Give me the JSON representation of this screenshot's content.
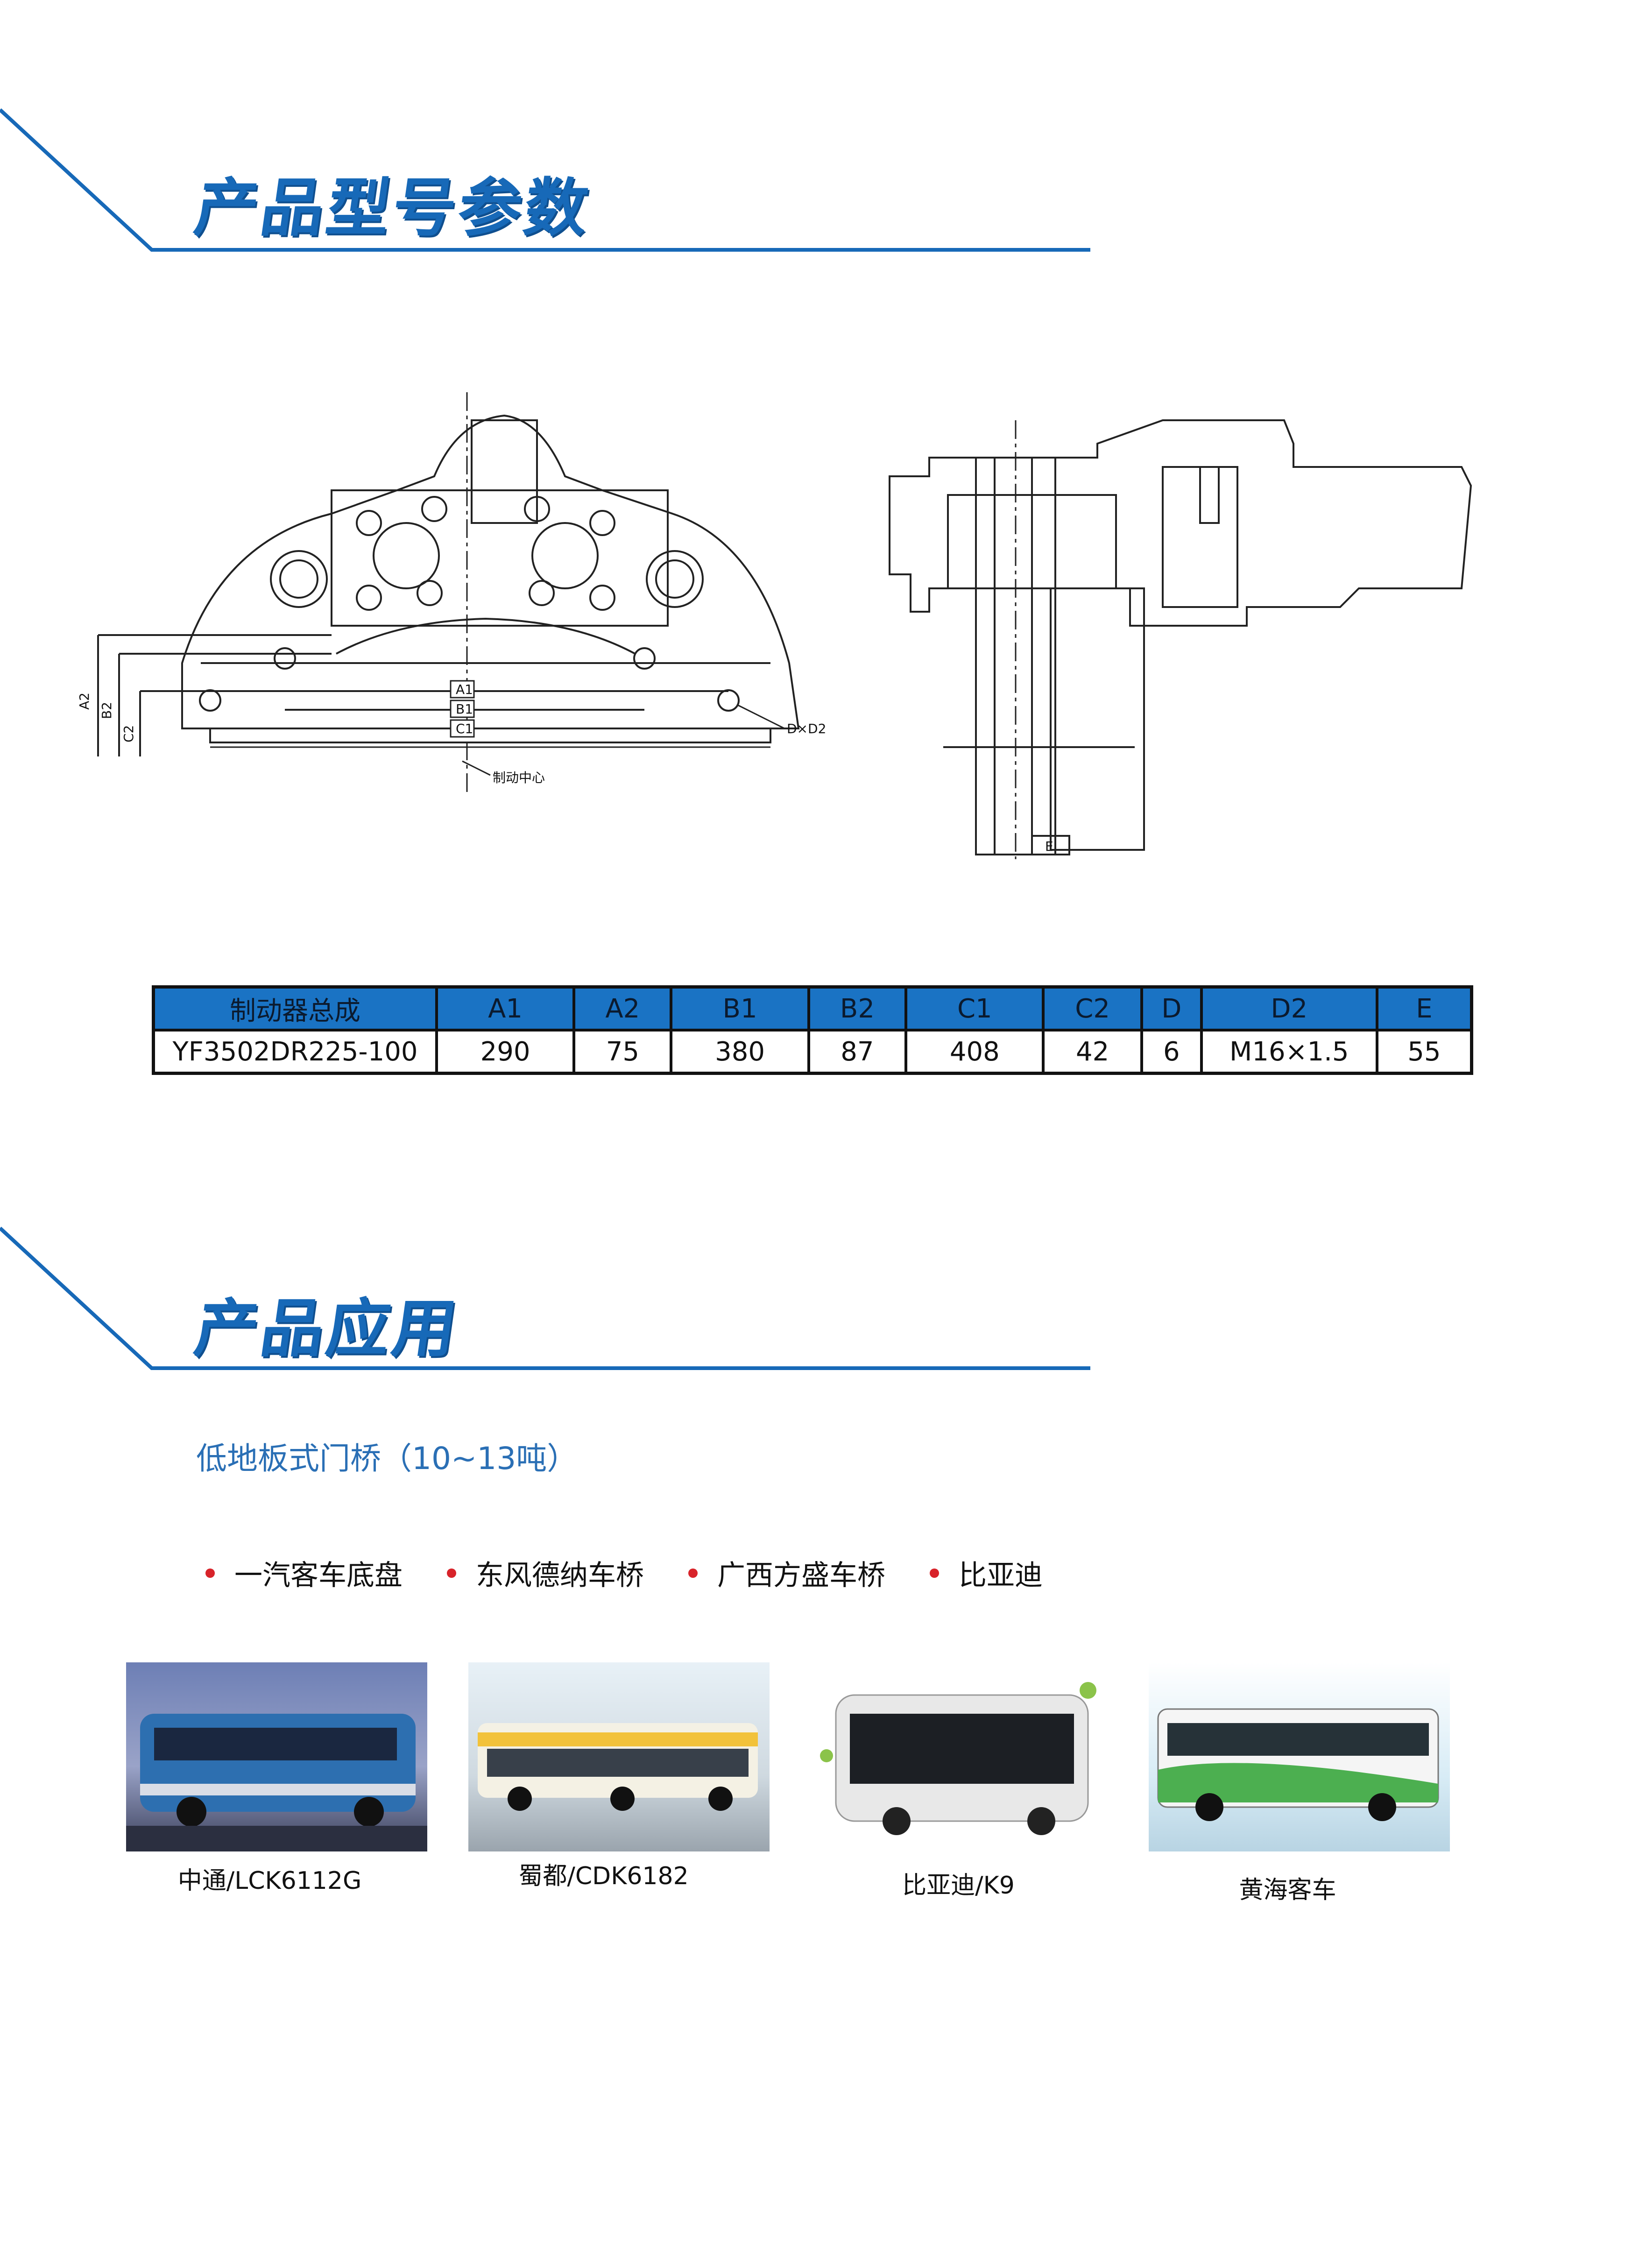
{
  "section1": {
    "title": "产品型号参数"
  },
  "drawing": {
    "labels": {
      "a1": "A1",
      "b1": "B1",
      "c1": "C1",
      "a2": "A2",
      "b2": "B2",
      "c2": "C2",
      "dxd2": "D×D2",
      "center": "制动中心",
      "e": "E"
    }
  },
  "spec_table": {
    "headers": [
      "制动器总成",
      "A1",
      "A2",
      "B1",
      "B2",
      "C1",
      "C2",
      "D",
      "D2",
      "E"
    ],
    "row": [
      "YF3502DR225-100",
      "290",
      "75",
      "380",
      "87",
      "408",
      "42",
      "6",
      "M16×1.5",
      "55"
    ]
  },
  "section2": {
    "title": "产品应用"
  },
  "application": {
    "subtitle": "低地板式门桥（10~13吨）",
    "partners": [
      "一汽客车底盘",
      "东风德纳车桥",
      "广西方盛车桥",
      "比亚迪"
    ],
    "buses": [
      {
        "caption": "中通/LCK6112G",
        "color": "#2d6fb0"
      },
      {
        "caption": "蜀都/CDK6182",
        "color": "#f2c23a"
      },
      {
        "caption": "比亚迪/K9",
        "color": "#e8e8e8"
      },
      {
        "caption": "黄海客车",
        "color": "#4caf50"
      }
    ]
  },
  "colors": {
    "accent": "#1769b8",
    "table_header": "#1a73c4",
    "bullet": "#d8232a"
  }
}
